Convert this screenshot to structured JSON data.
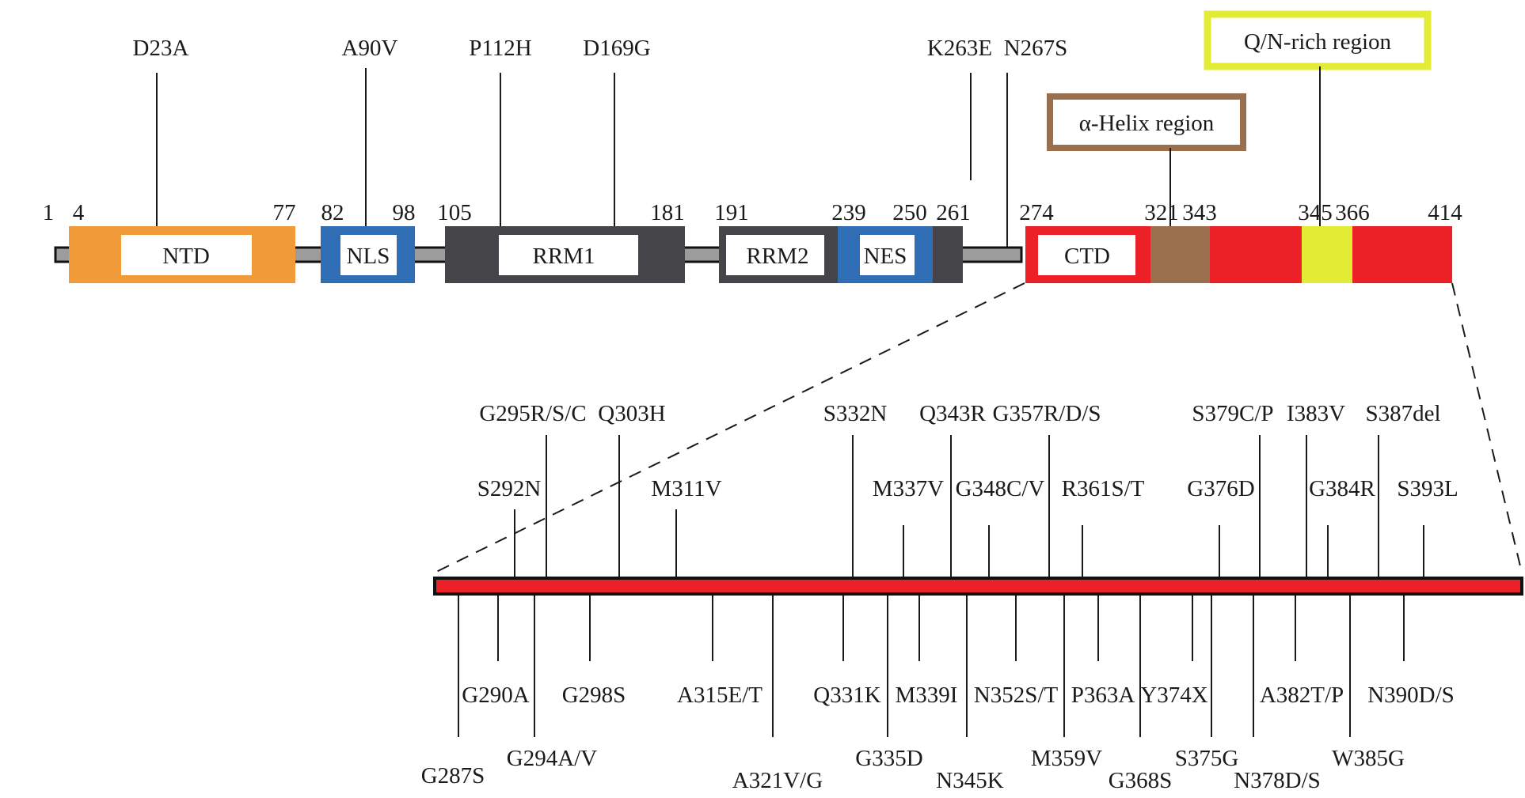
{
  "colors": {
    "ntd": "#F09A3A",
    "nls": "#2F6DB5",
    "rrm": "#454549",
    "ctd": "#EC2027",
    "helix": "#9A6F4E",
    "qn": "#E2EC34",
    "backbone": "#9C9C9C"
  },
  "protein": {
    "start": "1",
    "domains": [
      {
        "id": "ntd",
        "label": "NTD",
        "start": "4",
        "end": "77"
      },
      {
        "id": "nls",
        "label": "NLS",
        "start": "82",
        "end": "98"
      },
      {
        "id": "rrm1",
        "label": "RRM1",
        "start": "105",
        "end": "181"
      },
      {
        "id": "rrm2",
        "label": "RRM2",
        "start": "191"
      },
      {
        "id": "nes",
        "label": "NES",
        "start": "239",
        "end": "250"
      },
      {
        "id": "rrm2-tail",
        "end": "261"
      },
      {
        "id": "ctd",
        "label": "CTD",
        "start": "274",
        "end": "414"
      },
      {
        "id": "helix",
        "start": "321",
        "end": "343"
      },
      {
        "id": "qn",
        "start": "345",
        "end": "366"
      }
    ]
  },
  "annotations": {
    "helix": "α-Helix region",
    "qn": "Q/N-rich region"
  },
  "top_mutations": [
    "D23A",
    "A90V",
    "P112H",
    "D169G",
    "K263E",
    "N267S"
  ],
  "ctd_mutations_above": [
    "G295R/S/C",
    "Q303H",
    "S292N",
    "M311V",
    "S332N",
    "Q343R",
    "G357R/D/S",
    "M337V",
    "G348C/V",
    "R361S/T",
    "S379C/P",
    "I383V",
    "S387del",
    "G376D",
    "G384R",
    "S393L"
  ],
  "ctd_mutations_below": [
    "G290A",
    "G298S",
    "A315E/T",
    "Q331K",
    "M339I",
    "N352S/T",
    "P363A",
    "Y374X",
    "A382T/P",
    "N390D/S",
    "G287S",
    "G294A/V",
    "A321V/G",
    "G335D",
    "N345K",
    "M359V",
    "G368S",
    "S375G",
    "N378D/S",
    "W385G"
  ]
}
